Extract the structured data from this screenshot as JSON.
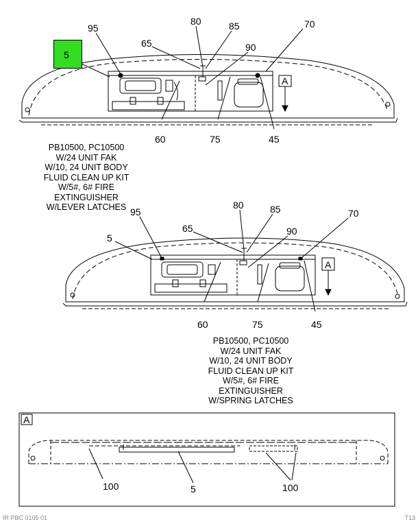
{
  "diagram1": {
    "callouts": [
      "95",
      "80",
      "85",
      "70",
      "65",
      "90",
      "5",
      "60",
      "75",
      "45"
    ],
    "view_marker": "A",
    "caption": [
      "PB10500, PC10500",
      "W/24 UNIT FAK",
      "W/10, 24 UNIT BODY",
      "FLUID CLEAN UP KIT",
      "W/5#, 6# FIRE",
      "EXTINGUISHER",
      "W/LEVER LATCHES"
    ]
  },
  "diagram2": {
    "callouts": [
      "95",
      "80",
      "85",
      "70",
      "65",
      "90",
      "5",
      "60",
      "75",
      "45"
    ],
    "view_marker": "A",
    "caption": [
      "PB10500, PC10500",
      "W/24 UNIT FAK",
      "W/10, 24 UNIT BODY",
      "FLUID CLEAN UP KIT",
      "W/5#, 6# FIRE",
      "EXTINGUISHER",
      "W/SPRING LATCHES"
    ]
  },
  "detail": {
    "label": "A",
    "callouts": [
      "100",
      "5",
      "100"
    ]
  },
  "footer": {
    "left": "IR PBC 0105 01",
    "right": "T13"
  },
  "highlight_color": "#33dd22"
}
